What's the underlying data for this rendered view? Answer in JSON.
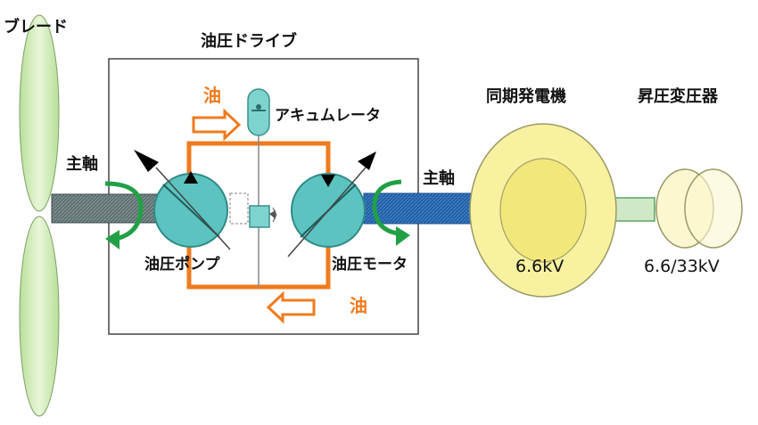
{
  "labels": {
    "blade": "ブレード",
    "hydraulic_drive": "油圧ドライブ",
    "main_shaft_left": "主軸",
    "main_shaft_right": "主軸",
    "accumulator": "アキュムレータ",
    "oil_top": "油",
    "oil_bottom": "油",
    "hydraulic_pump": "油圧ポンプ",
    "hydraulic_motor": "油圧モータ",
    "generator": "同期発電機",
    "transformer": "昇圧変圧器",
    "generator_voltage": "6.6kV",
    "transformer_voltage": "6.6/33kV"
  },
  "colors": {
    "blade_fill": "#cfe9b8",
    "drive_box_border": "#444444",
    "oil_line": "#f07b1e",
    "pump_motor_fill": "#5cc3c0",
    "shaft_grey": "#5a6b6b",
    "shaft_blue": "#1f5fa8",
    "generator_fill": "#f7f1a0",
    "transformer_fill": "#fbf7d0",
    "rotation_arrow": "#22a046"
  }
}
